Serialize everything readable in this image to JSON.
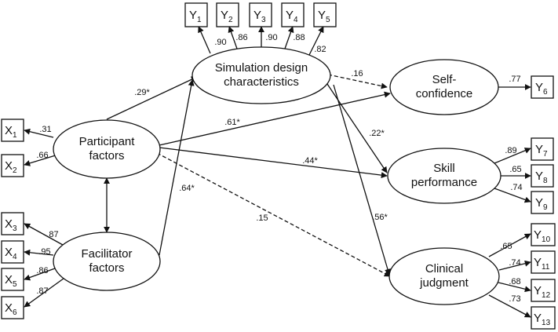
{
  "latent": {
    "sim": {
      "line1": "Simulation design",
      "line2": "characteristics"
    },
    "participant": {
      "line1": "Participant",
      "line2": "factors"
    },
    "facilitator": {
      "line1": "Facilitator",
      "line2": "factors"
    },
    "self": {
      "line1": "Self-",
      "line2": "confidence"
    },
    "skill": {
      "line1": "Skill",
      "line2": "performance"
    },
    "clinical": {
      "line1": "Clinical",
      "line2": "judgment"
    }
  },
  "indicators": {
    "y1": {
      "letter": "Y",
      "sub": "1"
    },
    "y2": {
      "letter": "Y",
      "sub": "2"
    },
    "y3": {
      "letter": "Y",
      "sub": "3"
    },
    "y4": {
      "letter": "Y",
      "sub": "4"
    },
    "y5": {
      "letter": "Y",
      "sub": "5"
    },
    "y6": {
      "letter": "Y",
      "sub": "6"
    },
    "y7": {
      "letter": "Y",
      "sub": "7"
    },
    "y8": {
      "letter": "Y",
      "sub": "8"
    },
    "y9": {
      "letter": "Y",
      "sub": "9"
    },
    "y10": {
      "letter": "Y",
      "sub": "10"
    },
    "y11": {
      "letter": "Y",
      "sub": "11"
    },
    "y12": {
      "letter": "Y",
      "sub": "12"
    },
    "y13": {
      "letter": "Y",
      "sub": "13"
    },
    "x1": {
      "letter": "X",
      "sub": "1"
    },
    "x2": {
      "letter": "X",
      "sub": "2"
    },
    "x3": {
      "letter": "X",
      "sub": "3"
    },
    "x4": {
      "letter": "X",
      "sub": "4"
    },
    "x5": {
      "letter": "X",
      "sub": "5"
    },
    "x6": {
      "letter": "X",
      "sub": "6"
    }
  },
  "loadings": {
    "y1": ".90",
    "y2": ".86",
    "y3": ".90",
    "y4": ".88",
    "y5": ".82",
    "y6": ".77",
    "y7": ".89",
    "y8": ".65",
    "y9": ".74",
    "y10": ".65",
    "y11": ".74",
    "y12": ".68",
    "y13": ".73",
    "x1": ".31",
    "x2": ".66",
    "x3": ".87",
    "x4": ".95",
    "x5": ".86",
    "x6": ".87"
  },
  "paths": {
    "participant_sim": ".29*",
    "facilitator_sim": ".64*",
    "sim_self": ".16",
    "participant_self": ".61*",
    "sim_skill": ".22*",
    "participant_skill": ".44*",
    "participant_clinical": ".15",
    "sim_clinical": ".56*"
  }
}
